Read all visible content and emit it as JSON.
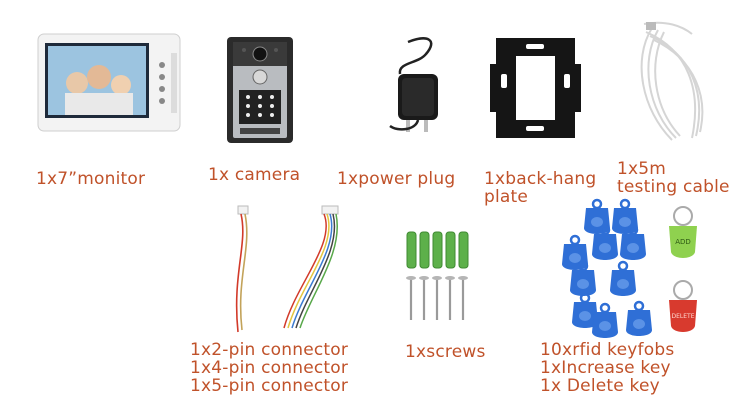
{
  "labels": {
    "monitor": "1x7”monitor",
    "camera": "1x camera",
    "power_plug": "1xpower plug",
    "back_hang_plate_line1": "1xback-hang",
    "back_hang_plate_line2": "plate",
    "testing_cable_line1": "1x5m",
    "testing_cable_line2": "testing cable",
    "connectors": [
      "1x2-pin connector",
      "1x4-pin connector",
      "1x5-pin connector"
    ],
    "screws": "1xscrews",
    "keyfobs": [
      "10xrfid keyfobs",
      "1xIncrease key",
      "1x Delete key"
    ]
  },
  "tag_text": {
    "increase": "ADD",
    "delete": "DELETE"
  },
  "colors": {
    "label": "#c0522a",
    "keyfob_blue": "#2f6fd6",
    "increase_key": "#8fd14f",
    "delete_key": "#d83a2e",
    "anchor_green": "#5db04a"
  },
  "icons": [
    "monitor-icon",
    "camera-icon",
    "power-plug-icon",
    "back-plate-icon",
    "cable-icon",
    "connector-wires-icon",
    "screws-icon",
    "keyfobs-icon"
  ]
}
